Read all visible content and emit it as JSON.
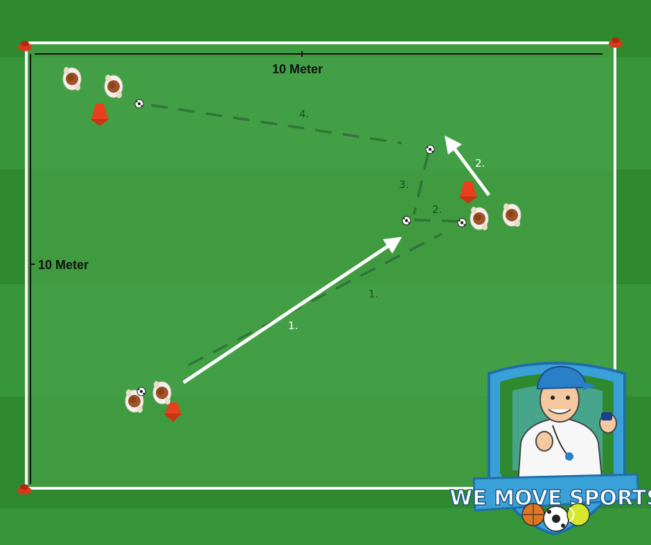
{
  "measurements": {
    "width_label": "10 Meter",
    "height_label": "10 Meter"
  },
  "step_labels": {
    "pass_1": "1.",
    "run_1": "1.",
    "run_2": "2.",
    "pass_2": "2.",
    "pass_3": "3.",
    "pass_4": "4."
  },
  "logo": {
    "brand_text": "WE MOVE SPORTS"
  },
  "colors": {
    "grass_dark": "#2f8f2f",
    "grass_light": "#3a9d3a",
    "field_line": "#ffffff",
    "cone": "#e8401c",
    "run_arrow": "#ffffff",
    "pass_line": "#2a6b34",
    "logo_shield": "#3aa0d8",
    "logo_text": "#ffffff"
  },
  "icons": [
    "player-icon",
    "ball-icon",
    "cone-icon",
    "corner-marker-icon",
    "run-arrow-icon",
    "pass-line-icon",
    "shield-logo-icon"
  ]
}
